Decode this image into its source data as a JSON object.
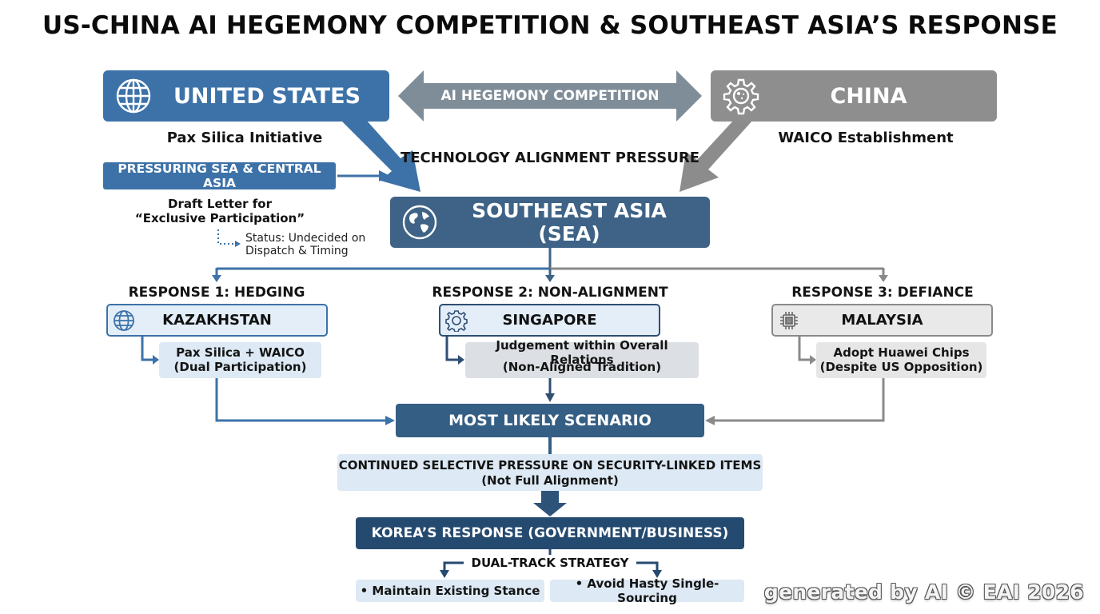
{
  "title": "US-CHINA AI HEGEMONY COMPETITION & SOUTHEAST ASIA’S RESPONSE",
  "us": {
    "label": "UNITED STATES",
    "initiative": "Pax Silica Initiative",
    "icon": "globe-icon",
    "color": "#3d72a8"
  },
  "china": {
    "label": "CHINA",
    "initiative": "WAICO Establishment",
    "icon": "gear-icon",
    "color": "#8e8e8e"
  },
  "competition_label": "AI HEGEMONY COMPETITION",
  "pressure_label": "TECHNOLOGY ALIGNMENT PRESSURE",
  "pressuring": {
    "label": "PRESSURING SEA & CENTRAL ASIA",
    "draft_line1": "Draft Letter for",
    "draft_line2": "“Exclusive Participation”",
    "status_line1": "Status: Undecided on",
    "status_line2": "Dispatch & Timing"
  },
  "sea": {
    "label": "SOUTHEAST ASIA (SEA)",
    "icon": "earth-icon",
    "color": "#3e6386"
  },
  "responses": [
    {
      "title": "RESPONSE 1: HEDGING",
      "country": "KAZAKHSTAN",
      "icon": "globe-icon",
      "detail_line1": "Pax Silica + WAICO",
      "detail_line2": "(Dual Participation)"
    },
    {
      "title": "RESPONSE 2: NON-ALIGNMENT",
      "country": "SINGAPORE",
      "icon": "gear-icon",
      "detail_line1": "Judgement within Overall Relations",
      "detail_line2": "(Non-Aligned Tradition)"
    },
    {
      "title": "RESPONSE 3: DEFIANCE",
      "country": "MALAYSIA",
      "icon": "chip-icon",
      "detail_line1": "Adopt Huawei Chips",
      "detail_line2": "(Despite US Opposition)"
    }
  ],
  "scenario": {
    "label": "MOST LIKELY SCENARIO",
    "detail_line1": "CONTINUED SELECTIVE PRESSURE ON SECURITY-LINKED ITEMS",
    "detail_line2": "(Not Full Alignment)"
  },
  "korea": {
    "label": "KOREA’S RESPONSE (GOVERNMENT/BUSINESS)",
    "strategy": "DUAL-TRACK STRATEGY",
    "items": [
      "• Maintain Existing Stance",
      "• Avoid Hasty Single-Sourcing"
    ]
  },
  "watermark": "generated by AI © EAI 2026"
}
